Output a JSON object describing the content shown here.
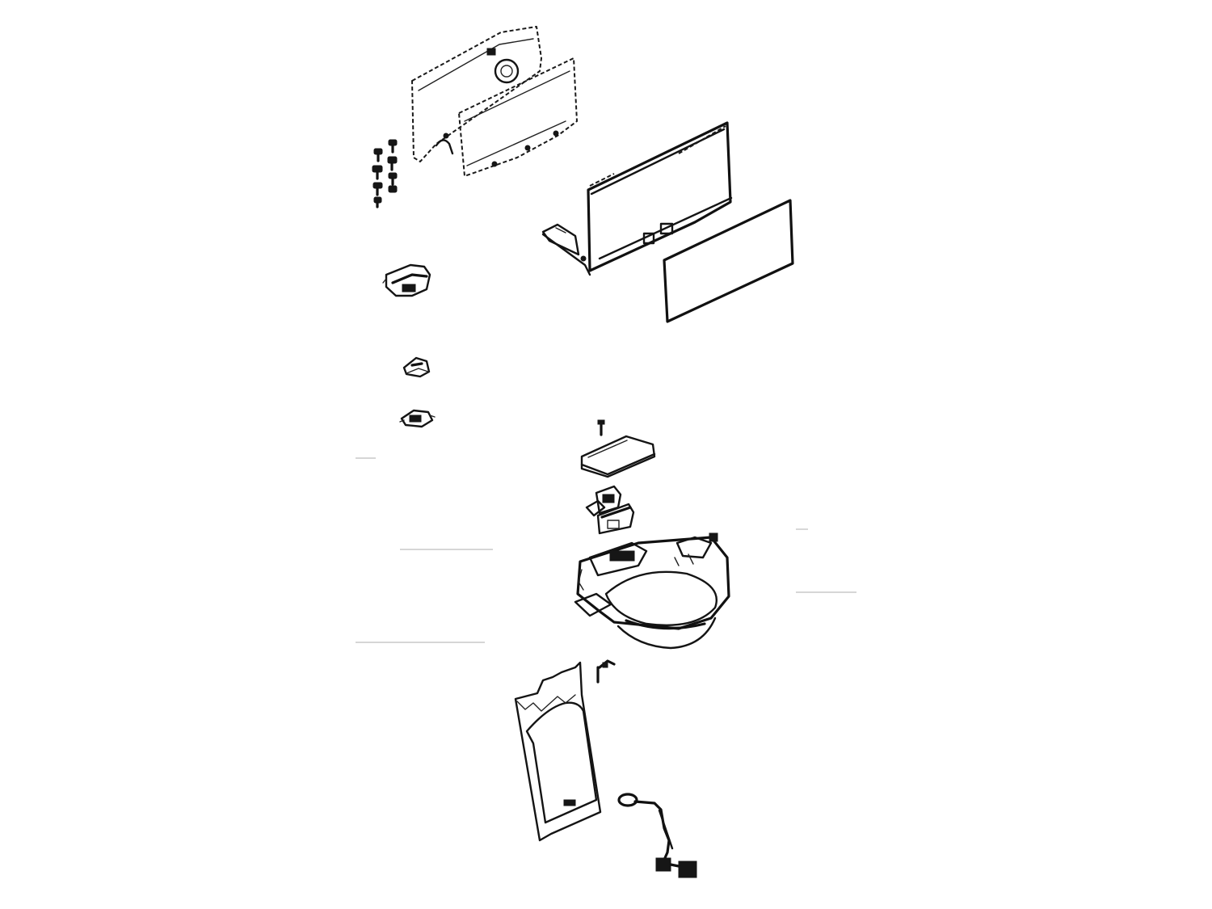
{
  "diagram": {
    "type": "exploded-parts-view",
    "line_color": "#141414",
    "background": "#ffffff",
    "parts": [
      "rear-panel",
      "inner-panel",
      "fastener-set",
      "display-housing",
      "display-lens",
      "switch-bracket",
      "actuator-small-upper",
      "actuator-small-lower",
      "screw",
      "cover-plate",
      "relay-block",
      "dispenser-funnel",
      "clip",
      "front-cover",
      "wire-harness"
    ]
  }
}
